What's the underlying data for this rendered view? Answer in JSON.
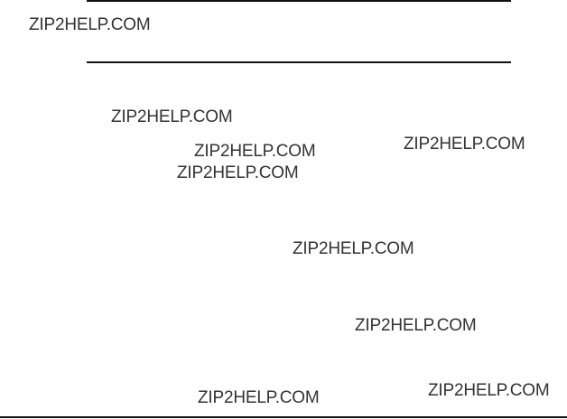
{
  "watermarks": [
    "ZIP2HELP.COM",
    "ZIP2HELP.COM",
    "ZIP2HELP.COM",
    "ZIP2HELP.COM",
    "ZIP2HELP.COM",
    "ZIP2HELP.COM",
    "ZIP2HELP.COM",
    "ZIP2HELP.COM",
    "ZIP2HELP.COM"
  ],
  "colors": {
    "background": "#ffffff",
    "rule": "#111111",
    "watermark_text": "#333333"
  }
}
